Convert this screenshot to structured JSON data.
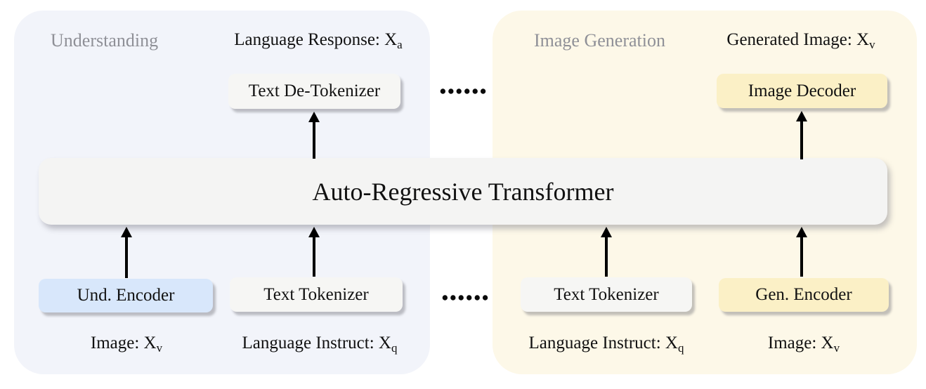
{
  "diagram": {
    "transformer_label": "Auto-Regressive Transformer",
    "dots": "••••••",
    "understanding": {
      "section_label": "Understanding",
      "response_label": {
        "text": "Language Response: X",
        "sub": "a"
      },
      "de_tokenizer_label": "Text De-Tokenizer",
      "und_encoder_label": "Und. Encoder",
      "text_tokenizer_label": "Text Tokenizer",
      "image_label": {
        "text": "Image: X",
        "sub": "v"
      },
      "instruct_label": {
        "text": "Language Instruct: X",
        "sub": "q"
      }
    },
    "generation": {
      "section_label": "Image Generation",
      "generated_label": {
        "text": "Generated Image: X",
        "sub": "v"
      },
      "image_decoder_label": "Image Decoder",
      "gen_encoder_label": "Gen. Encoder",
      "text_tokenizer_label": "Text Tokenizer",
      "instruct_label": {
        "text": "Language Instruct: X",
        "sub": "q"
      },
      "image_label": {
        "text": "Image: X",
        "sub": "v"
      }
    },
    "colors": {
      "understanding_panel_bg": "#f2f4fa",
      "generation_panel_bg": "#fdf8e8",
      "und_encoder_bg": "#d8e7fb",
      "generation_box_bg": "#fbf0c6",
      "neutral_box_bg": "#f6f6f4",
      "transformer_bg": "#f4f4f3",
      "section_label_color": "#8f9097",
      "arrow_color": "#000000"
    }
  }
}
